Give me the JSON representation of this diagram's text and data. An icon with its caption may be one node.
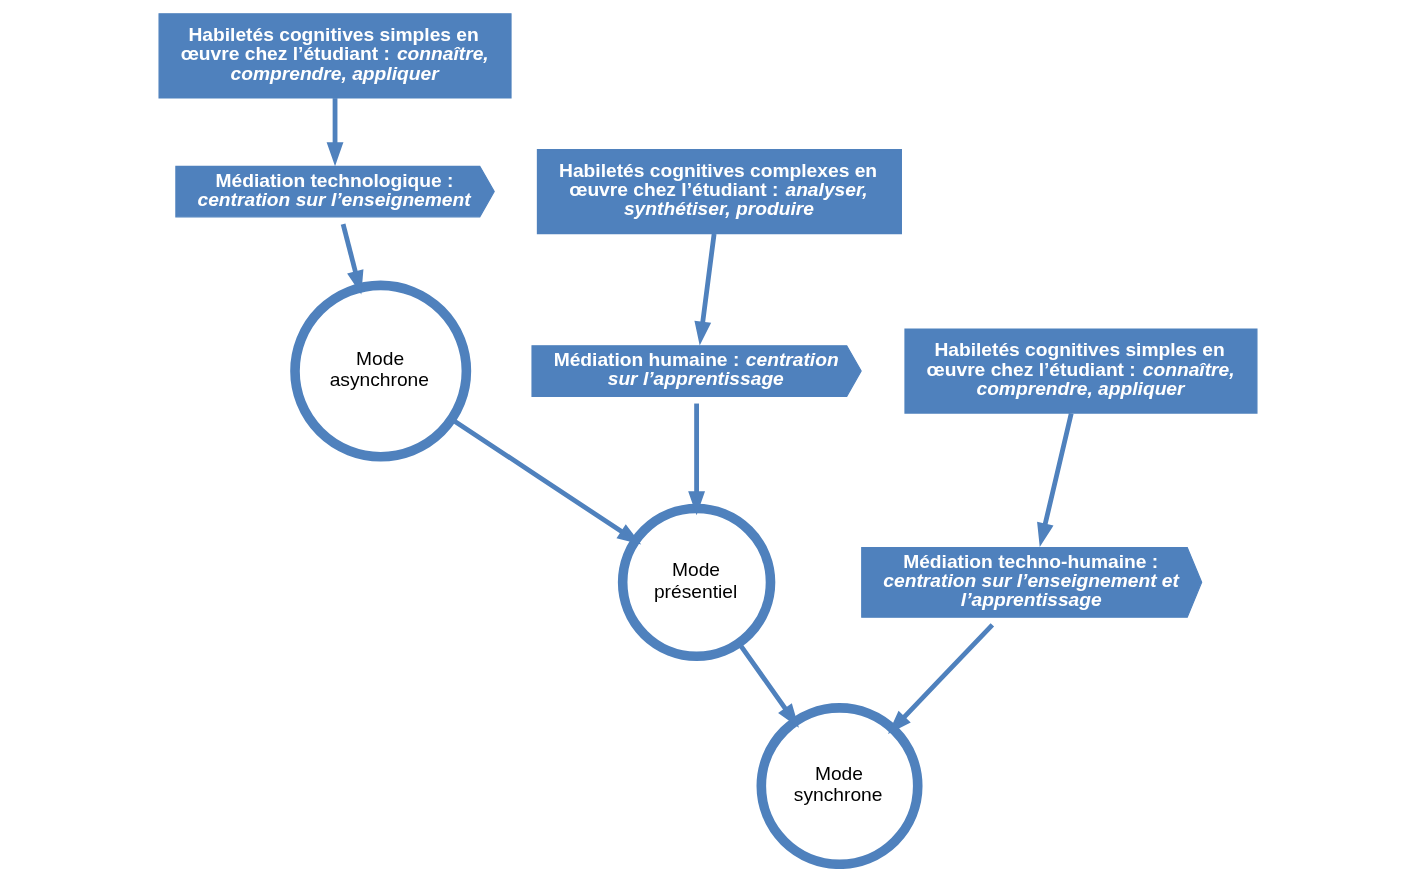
{
  "diagram": {
    "nodes": [
      {
        "text": [
          "Habiletés cognitives simples en œuvre chez l’étudiant : *connaître, comprendre, appliquer*"
        ]
      },
      {
        "text": [
          "Médiation technologique : *centration sur l’enseignement*"
        ]
      },
      {
        "text": [
          "Mode asynchrone"
        ]
      },
      {
        "text": [
          "Mode présentiel"
        ]
      },
      {
        "text": [
          "Mode synchrone"
        ]
      },
      {
        "text": [
          "Médiation humaine : *centration sur l’apprentissage*"
        ]
      },
      {
        "text": [
          "Médiation techno-humaine : *centration sur l’enseignement et l’apprentissage*"
        ]
      },
      {
        "text": [
          "Habiletés cognitives complexes en œuvre chez l’étudiant : *analyser, synthétiser, produire*"
        ]
      },
      {
        "text": [
          "Habiletés cognitives simples en œuvre chez l’étudiant : *connaître, comprendre, appliquer*"
        ]
      }
    ],
    "edges": [
      {
        "from": 0,
        "to": 1,
        "arrow": "to"
      },
      {
        "from": 1,
        "to": 2,
        "arrow": "to"
      },
      {
        "from": 2,
        "to": 3,
        "arrow": "to"
      },
      {
        "from": 3,
        "to": 4,
        "arrow": "to"
      },
      {
        "from": 5,
        "to": 3,
        "arrow": "to"
      },
      {
        "from": 6,
        "to": 4,
        "arrow": "to"
      },
      {
        "from": 7,
        "to": 5,
        "arrow": "to"
      },
      {
        "from": 8,
        "to": 6,
        "arrow": "to"
      }
    ]
  }
}
